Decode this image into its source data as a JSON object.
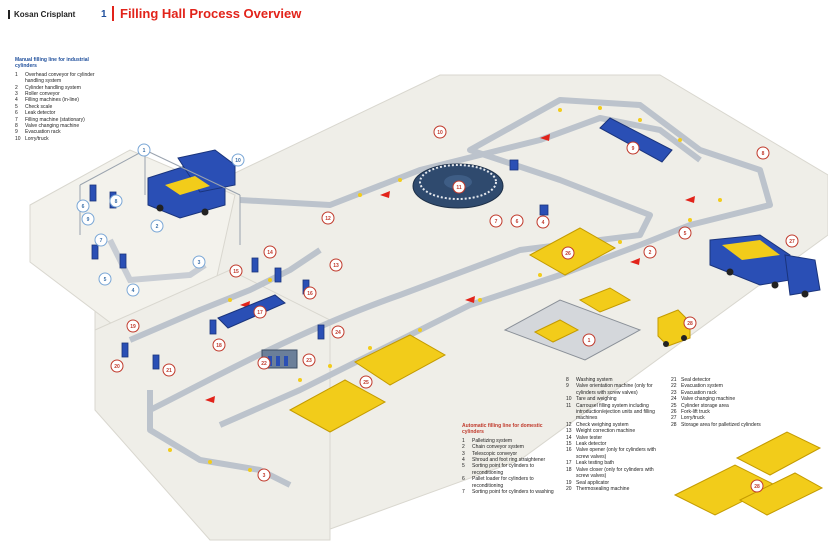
{
  "header": {
    "brand": "Kosan Crisplant",
    "page_number": "1",
    "title": "Filling Hall Process Overview"
  },
  "colors": {
    "accent_red": "#e2231a",
    "brand_blue": "#1f4f9c",
    "cylinder_yellow": "#f2cc1a",
    "floor": "#efeee8",
    "conveyor": "#bcc3cc",
    "truck_blue": "#2a4fb5"
  },
  "manual_legend": {
    "title": "Manual filling line for industrial cylinders",
    "items": [
      {
        "n": "1",
        "t": "Overhead conveyor for cylinder handling system"
      },
      {
        "n": "2",
        "t": "Cylinder handling system"
      },
      {
        "n": "3",
        "t": "Roller conveyor"
      },
      {
        "n": "4",
        "t": "Filling machines (in-line)"
      },
      {
        "n": "5",
        "t": "Check scale"
      },
      {
        "n": "6",
        "t": "Leak detector"
      },
      {
        "n": "7",
        "t": "Filling machine (stationary)"
      },
      {
        "n": "8",
        "t": "Valve changing machine"
      },
      {
        "n": "9",
        "t": "Evacuation rack"
      },
      {
        "n": "10",
        "t": "Lorry/truck"
      }
    ]
  },
  "auto_legend": {
    "title": "Automatic filling line for domestic cylinders",
    "col1": [
      {
        "n": "1",
        "t": "Palletizing system"
      },
      {
        "n": "2",
        "t": "Chain conveyor system"
      },
      {
        "n": "3",
        "t": "Telescopic conveyor"
      },
      {
        "n": "4",
        "t": "Shroud and foot ring straightener"
      },
      {
        "n": "5",
        "t": "Sorting point for cylinders to reconditioning"
      },
      {
        "n": "6",
        "t": "Pallet loader for cylinders to reconditioning"
      },
      {
        "n": "7",
        "t": "Sorting point for cylinders to washing"
      }
    ],
    "col2": [
      {
        "n": "8",
        "t": "Washing system"
      },
      {
        "n": "9",
        "t": "Valve orientation machine (only for cylinders with screw valves)"
      },
      {
        "n": "10",
        "t": "Tare and weighing"
      },
      {
        "n": "11",
        "t": "Carrousel filling system including introduction/ejection units and filling machines"
      },
      {
        "n": "12",
        "t": "Check weighing system"
      },
      {
        "n": "13",
        "t": "Weight correction machine"
      },
      {
        "n": "14",
        "t": "Valve tester"
      },
      {
        "n": "15",
        "t": "Leak detector"
      },
      {
        "n": "16",
        "t": "Valve opener (only for cylinders with screw valves)"
      },
      {
        "n": "17",
        "t": "Leak testing bath"
      },
      {
        "n": "18",
        "t": "Valve closer (only for cylinders with screw valves)"
      },
      {
        "n": "19",
        "t": "Seal applicator"
      },
      {
        "n": "20",
        "t": "Thermosealing machine"
      }
    ],
    "col3": [
      {
        "n": "21",
        "t": "Seal detector"
      },
      {
        "n": "22",
        "t": "Evacuation system"
      },
      {
        "n": "23",
        "t": "Evacuation rack"
      },
      {
        "n": "24",
        "t": "Valve changing machine"
      },
      {
        "n": "25",
        "t": "Cylinder storage area"
      },
      {
        "n": "26",
        "t": "Fork-lift truck"
      },
      {
        "n": "27",
        "t": "Lorry/truck"
      },
      {
        "n": "28",
        "t": "Storage area for palletized cylinders"
      }
    ]
  },
  "blue_markers": [
    "1",
    "2",
    "3",
    "4",
    "5",
    "6",
    "7",
    "8",
    "9",
    "10"
  ],
  "red_markers": [
    "1",
    "2",
    "3",
    "4",
    "5",
    "6",
    "7",
    "8",
    "9",
    "10",
    "11",
    "12",
    "13",
    "14",
    "15",
    "16",
    "17",
    "18",
    "19",
    "20",
    "21",
    "22",
    "23",
    "24",
    "25",
    "26",
    "27",
    "28"
  ]
}
